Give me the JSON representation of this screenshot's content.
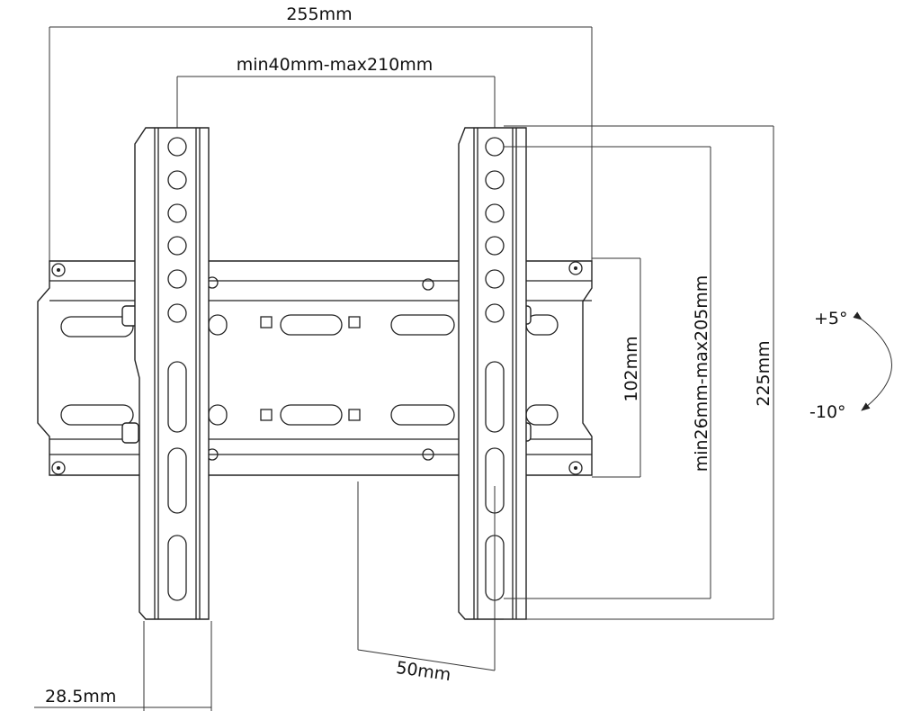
{
  "dimensions": {
    "overall_width": "255mm",
    "horizontal_vesa": "min40mm-max210mm",
    "wall_plate_height": "102mm",
    "vertical_vesa": "min26mm-max205mm",
    "bracket_height": "225mm",
    "wall_distance": "50mm",
    "bracket_width": "28.5mm"
  },
  "tilt": {
    "up": "+5°",
    "down": "-10°"
  }
}
